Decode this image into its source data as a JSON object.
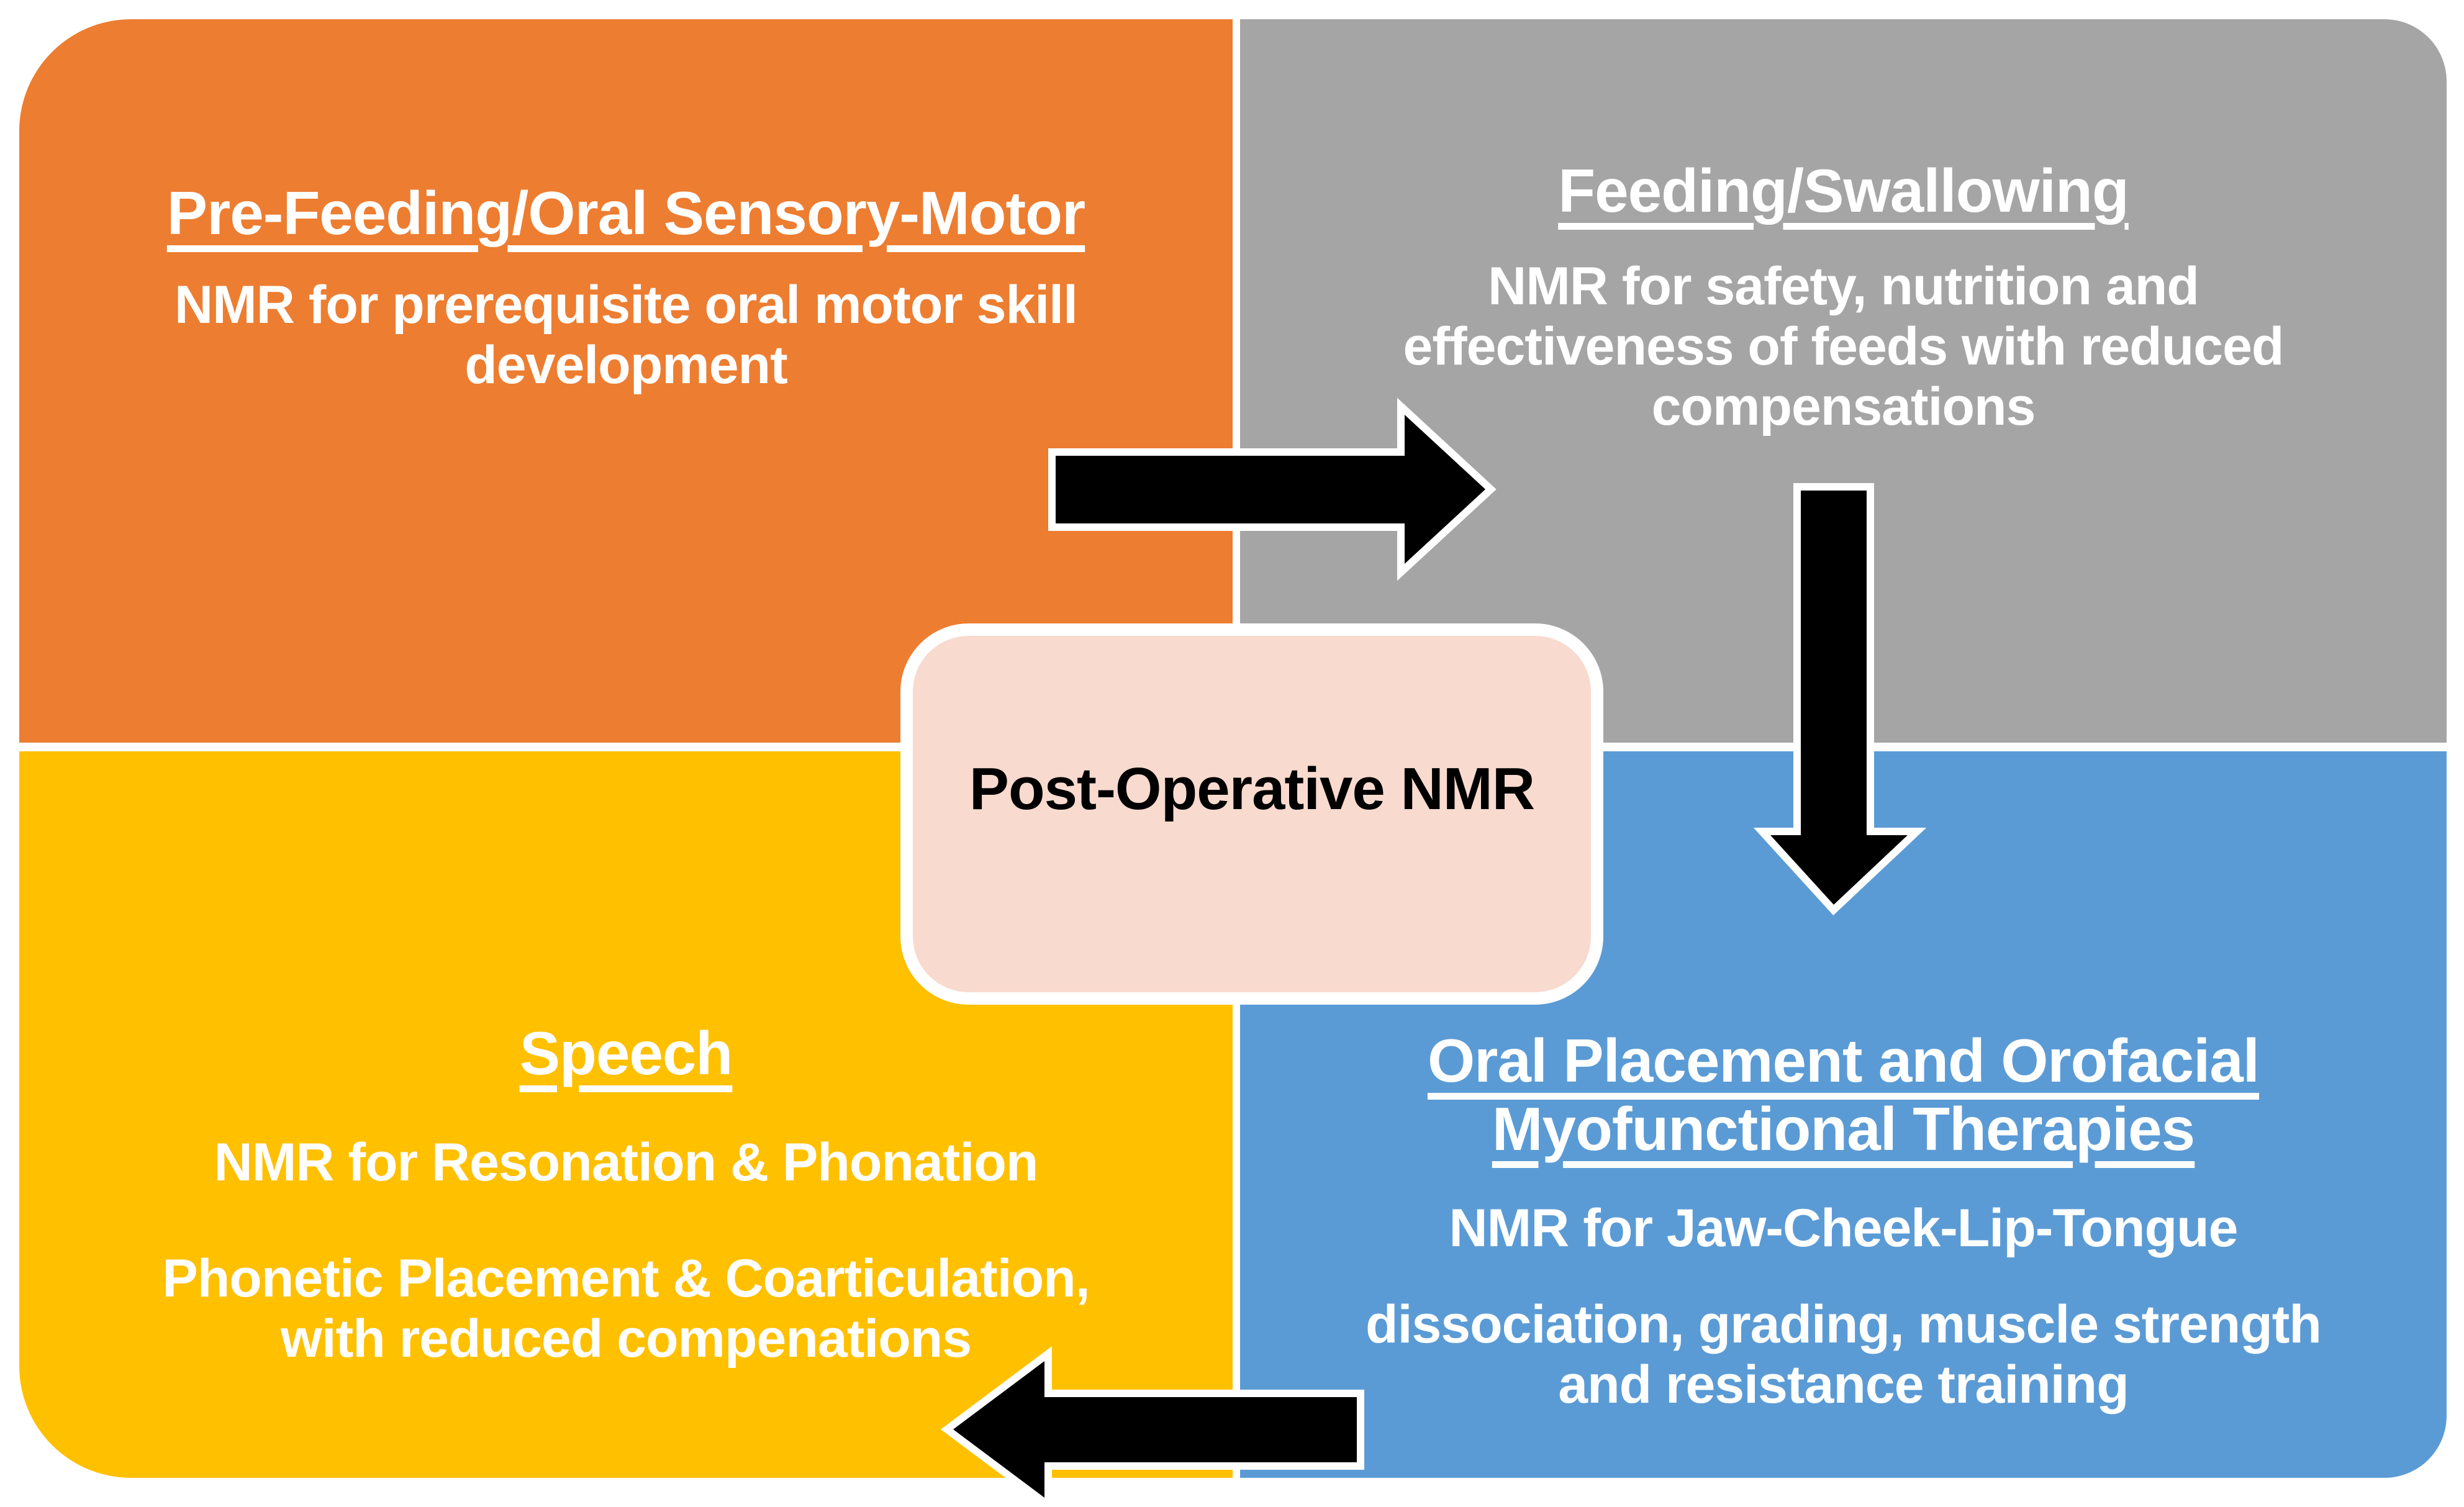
{
  "center": {
    "label": "Post-Operative NMR",
    "fill_color": "#F8DACE",
    "border_color": "#FFFFFF",
    "text_color": "#000000"
  },
  "quadrants": {
    "pre_feeding": {
      "title": "Pre-Feeding/Oral Sensory-Motor",
      "body": "NMR for prerequisite oral motor skill\ndevelopment",
      "color": "#ED7D31",
      "text_color": "#FFFFFF",
      "position": "top-left"
    },
    "feeding_swallowing": {
      "title": "Feeding/Swallowing",
      "body": "NMR for safety, nutrition and\neffectiveness of feeds with reduced\ncompensations",
      "color": "#A5A5A5",
      "text_color": "#FFFFFF",
      "position": "top-right"
    },
    "speech": {
      "title": "Speech",
      "body_line1": "NMR for Resonation & Phonation",
      "body_line2": "Phonetic Placement & Coarticulation,\nwith reduced compenations",
      "color": "#FFC000",
      "text_color": "#FFFFFF",
      "position": "bottom-left"
    },
    "oral_placement": {
      "title": "Oral Placement and Orofacial\nMyofunctional Therapies",
      "body_line1": "NMR for Jaw-Cheek-Lip-Tongue",
      "body_line2": "dissociation, grading, muscle strength\nand resistance training",
      "color": "#5B9BD5",
      "text_color": "#FFFFFF",
      "position": "bottom-right"
    }
  },
  "arrows": [
    {
      "name": "pre-feeding-to-feeding",
      "direction": "right",
      "color": "#000000",
      "outline": "#FFFFFF"
    },
    {
      "name": "feeding-to-oral-placement",
      "direction": "down",
      "color": "#000000",
      "outline": "#FFFFFF"
    },
    {
      "name": "oral-placement-to-speech",
      "direction": "left",
      "color": "#000000",
      "outline": "#FFFFFF"
    }
  ]
}
